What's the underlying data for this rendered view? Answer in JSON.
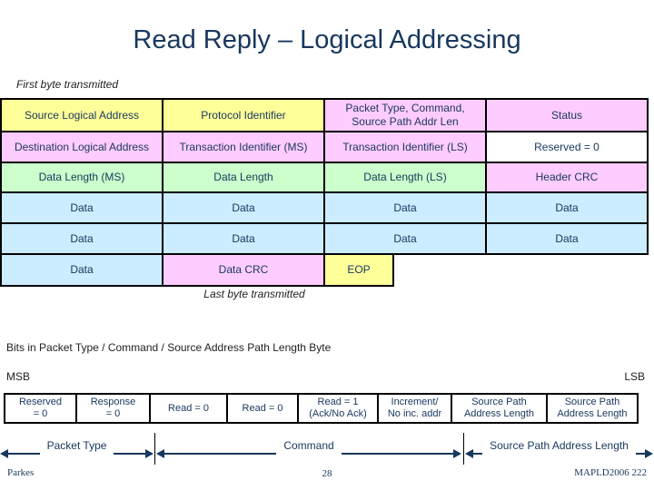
{
  "slide": {
    "title": "Read Reply – Logical Addressing",
    "first_byte_label": "First byte transmitted",
    "last_byte_label": "Last byte transmitted",
    "bits_title": "Bits in Packet Type / Command / Source Address Path Length Byte",
    "msb_label": "MSB",
    "lsb_label": "LSB"
  },
  "colors": {
    "yellow": "#FFFF99",
    "pink": "#FFCCFF",
    "green": "#CCFFCC",
    "blue": "#CCECFF",
    "white": "#FFFFFF",
    "text_navy": "#17375D",
    "border": "#000000",
    "arrow": "#17375D"
  },
  "packet_table": {
    "rows": [
      {
        "cells": [
          {
            "label": "Source Logical Address",
            "color": "yellow"
          },
          {
            "label": "Protocol Identifier",
            "color": "yellow"
          },
          {
            "label": "Packet Type, Command,\nSource Path Addr Len",
            "color": "pink"
          },
          {
            "label": "Status",
            "color": "pink"
          }
        ]
      },
      {
        "cells": [
          {
            "label": "Destination Logical Address",
            "color": "pink"
          },
          {
            "label": "Transaction Identifier (MS)",
            "color": "pink"
          },
          {
            "label": "Transaction Identifier (LS)",
            "color": "pink"
          },
          {
            "label": "Reserved = 0",
            "color": "white"
          }
        ]
      },
      {
        "cells": [
          {
            "label": "Data Length (MS)",
            "color": "green"
          },
          {
            "label": "Data Length",
            "color": "green"
          },
          {
            "label": "Data Length (LS)",
            "color": "green"
          },
          {
            "label": "Header CRC",
            "color": "pink"
          }
        ]
      },
      {
        "cells": [
          {
            "label": "Data",
            "color": "blue"
          },
          {
            "label": "Data",
            "color": "blue"
          },
          {
            "label": "Data",
            "color": "blue"
          },
          {
            "label": "Data",
            "color": "blue"
          }
        ]
      },
      {
        "cells": [
          {
            "label": "Data",
            "color": "blue"
          },
          {
            "label": "Data",
            "color": "blue"
          },
          {
            "label": "Data",
            "color": "blue"
          },
          {
            "label": "Data",
            "color": "blue"
          }
        ]
      },
      {
        "cells": [
          {
            "label": "Data",
            "color": "blue"
          },
          {
            "label": "Data CRC",
            "color": "pink"
          },
          {
            "label": "EOP",
            "color": "yellow"
          }
        ]
      }
    ]
  },
  "bit_table": {
    "cells": [
      {
        "label": "Reserved\n= 0",
        "width": 81
      },
      {
        "label": "Response\n= 0",
        "width": 83
      },
      {
        "label": "Read = 0",
        "width": 87
      },
      {
        "label": "Read = 0",
        "width": 80
      },
      {
        "label": "Read = 1\n(Ack/No Ack)",
        "width": 90
      },
      {
        "label": "Increment/\nNo inc. addr",
        "width": 83
      },
      {
        "label": "Source Path\nAddress Length",
        "width": 107
      },
      {
        "label": "Source Path\nAddress Length",
        "width": 102
      }
    ]
  },
  "arrows": [
    {
      "label": "Packet Type"
    },
    {
      "label": "Command"
    },
    {
      "label": "Source Path Address Length"
    }
  ],
  "footer": {
    "author": "Parkes",
    "page": "28",
    "right": "MAPLD2006 222"
  }
}
